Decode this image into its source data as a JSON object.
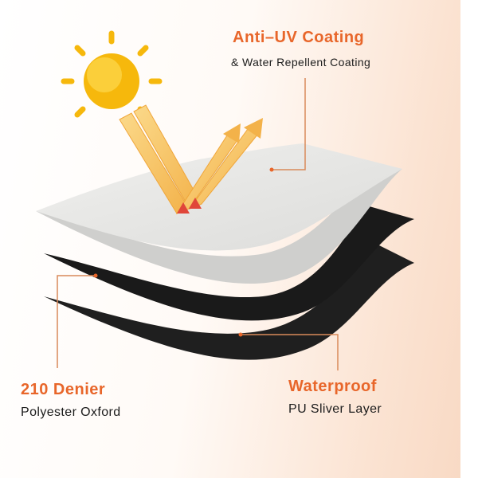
{
  "colors": {
    "accent": "#e8662a",
    "text": "#1c1c1c",
    "sun": "#f6b80c",
    "top_layer": "#e9e9e7",
    "dark_layers": "#1d1d1d",
    "leader_line": "#d98a5a"
  },
  "icons": {
    "sun": "sun-icon",
    "reflection": "uv-reflection-arrows-icon"
  },
  "labels": {
    "anti_uv": {
      "title": "Anti–UV Coating",
      "subtitle": "& Water Repellent Coating"
    },
    "denier": {
      "title": "210 Denier",
      "subtitle": "Polyester Oxford"
    },
    "waterproof": {
      "title": "Waterproof",
      "subtitle": "PU Sliver Layer"
    }
  }
}
